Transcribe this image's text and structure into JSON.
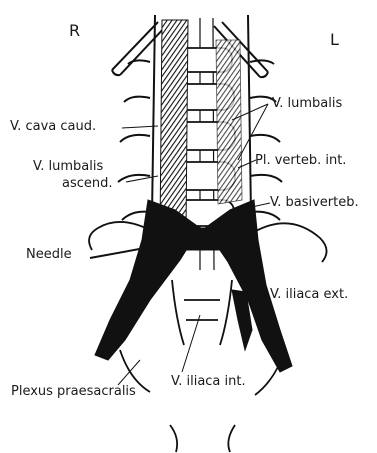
{
  "orientation": {
    "right": "R",
    "left": "L"
  },
  "labels": {
    "cava": "V. cava caud.",
    "lumbalis": "V. lumbalis",
    "lumbalis_ascend_1": "V. lumbalis",
    "lumbalis_ascend_2": "ascend.",
    "pl_verteb": "Pl. verteb. int.",
    "basiverteb": "V. basiverteb.",
    "needle": "Needle",
    "iliaca_ext": "V. iliaca ext.",
    "iliaca_int": "V. iliaca int.",
    "plexus": "Plexus praesacralis"
  },
  "colors": {
    "ink": "#111111",
    "paper": "#ffffff"
  }
}
